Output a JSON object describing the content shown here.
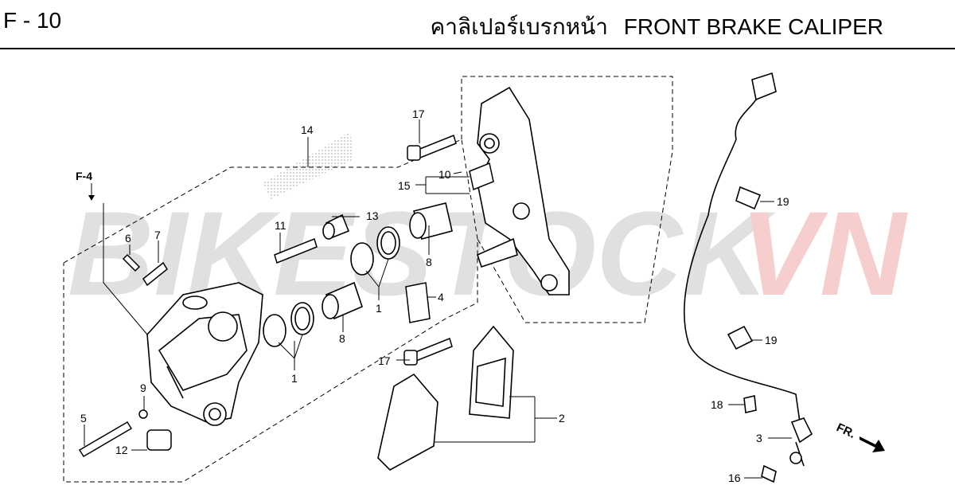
{
  "header": {
    "code": "F - 10",
    "title_thai": "คาลิเปอร์เบรกหน้า",
    "title_en": "FRONT BRAKE CALIPER"
  },
  "watermark": {
    "text_a": "BIKESTOCK",
    "text_b": "VN"
  },
  "callouts": {
    "f4": "F-4",
    "n1a": "1",
    "n1b": "1",
    "n2": "2",
    "n3": "3",
    "n4": "4",
    "n5": "5",
    "n6": "6",
    "n7": "7",
    "n8a": "8",
    "n8b": "8",
    "n9": "9",
    "n10": "10",
    "n11": "11",
    "n12": "12",
    "n13": "13",
    "n14": "14",
    "n15": "15",
    "n16": "16",
    "n17a": "17",
    "n17b": "17",
    "n18": "18",
    "n19a": "19",
    "n19b": "19"
  },
  "direction_label": "FR."
}
